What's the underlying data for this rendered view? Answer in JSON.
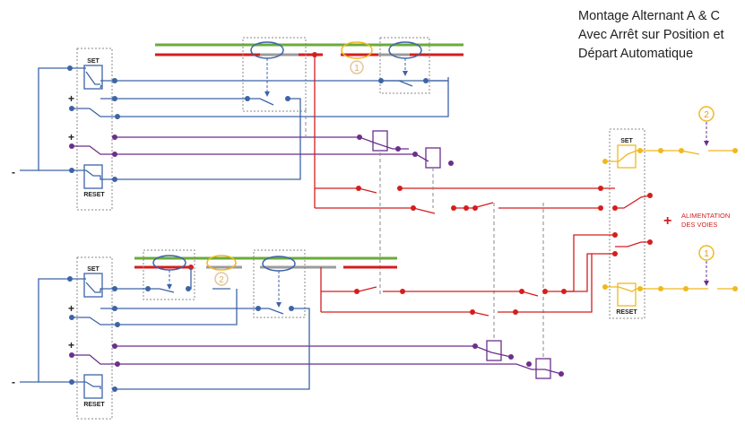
{
  "title": {
    "line1": "Montage Alternant A & C",
    "line2": "Avec Arrêt sur Position et",
    "line3": "Départ Automatique"
  },
  "labels": {
    "set": "SET",
    "reset": "RESET",
    "plus": "+",
    "minus": "-",
    "power_sign": "+",
    "power_line1": "ALIMENTATION",
    "power_line2": "DES VOIES",
    "marker_1": "1",
    "marker_2": "2"
  },
  "colors": {
    "blue": "#3d63a8",
    "purple": "#6b2f8c",
    "red": "#d41e1e",
    "green": "#6aab3a",
    "yellow": "#f0b81e",
    "orange_circle": "#f2c47a",
    "grey_dash": "#8a8a8a"
  }
}
